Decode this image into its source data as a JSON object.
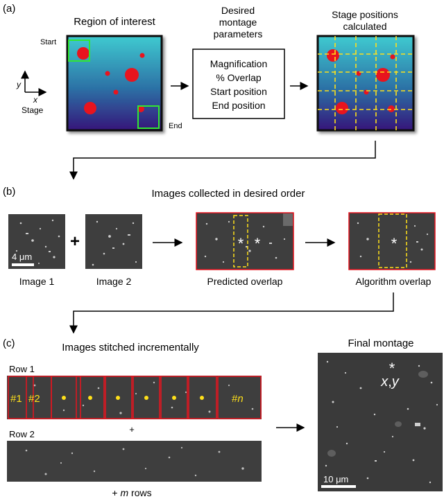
{
  "panel_a": {
    "letter": "(a)",
    "roi_title": "Region of interest",
    "start_label": "Start",
    "end_label": "End",
    "axis_y": "y",
    "axis_x": "x",
    "stage_label": "Stage",
    "params_title_1": "Desired",
    "params_title_2": "montage",
    "params_title_3": "parameters",
    "params": [
      "Magnification",
      "% Overlap",
      "Start position",
      "End position"
    ],
    "calc_title_1": "Stage positions",
    "calc_title_2": "calculated"
  },
  "panel_b": {
    "letter": "(b)",
    "title": "Images collected in desired order",
    "image1": "Image 1",
    "image2": "Image 2",
    "plus": "+",
    "scale": "4 μm",
    "predicted": "Predicted overlap",
    "algorithm": "Algorithm overlap",
    "asterisk": "*"
  },
  "panel_c": {
    "letter": "(c)",
    "title": "Images stitched incrementally",
    "row1": "Row 1",
    "row2": "Row 2",
    "tile_first": "#1",
    "tile_second": "#2",
    "tile_last_prefix": "#",
    "tile_last_var": "n",
    "plus": "+",
    "more_rows_prefix": "+ ",
    "more_rows_var": "m",
    "more_rows_suffix": " rows",
    "final_title": "Final montage",
    "coord_x": "x",
    "coord_sep": ",",
    "coord_y": "y",
    "asterisk": "*",
    "scale": "10 μm"
  },
  "colors": {
    "red": "#e8141e",
    "green": "#32e632",
    "yellow": "#ffe01a",
    "tile_dark": "#3e3e3e"
  }
}
